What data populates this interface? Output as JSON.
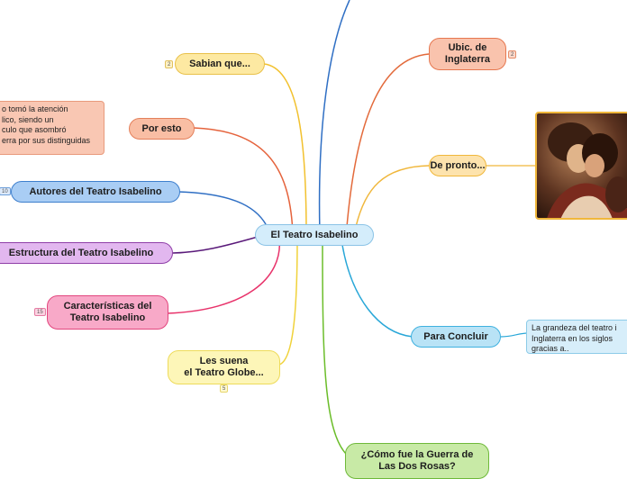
{
  "central": {
    "label": "El Teatro Isabelino"
  },
  "topics": [
    {
      "id": "sabian",
      "label": "Sabian que...",
      "badge": "2"
    },
    {
      "id": "porq",
      "label": "Por esto"
    },
    {
      "id": "autores",
      "label": "Autores del Teatro Isabelino",
      "badge": "10"
    },
    {
      "id": "estructura",
      "label": "Estructura del Teatro Isabelino"
    },
    {
      "id": "caracteristicas",
      "label": "Características del\nTeatro Isabelino",
      "badge": "15"
    },
    {
      "id": "globe",
      "label": "Les suena\nel Teatro Globe...",
      "badge": "5"
    },
    {
      "id": "ubic",
      "label": "Ubic. de\nInglaterra",
      "badge": "2"
    },
    {
      "id": "pronto",
      "label": "De pronto..."
    },
    {
      "id": "concluir",
      "label": "Para Concluir"
    },
    {
      "id": "guerra",
      "label": "¿Cómo fue la Guerra de\nLas Dos Rosas?"
    }
  ],
  "notes": {
    "porq": "o tomó la atención\nlico, siendo un\nculo que asombró\nerra por sus distinguidas",
    "concluir": "La grandeza del teatro i\nInglaterra en los siglos\ngracias a.."
  },
  "image": {
    "name": "romantic-couple-painting"
  },
  "colors": {
    "sabian": "#f2c12e",
    "porq": "#e5633c",
    "autores": "#2f6fc4",
    "estructura": "#5a1a7a",
    "caracteristicas": "#e8336b",
    "globe": "#f0d23a",
    "ubic": "#e36a3b",
    "pronto": "#f0b73b",
    "concluir": "#29a7d8",
    "guerra": "#6bbd2a",
    "top": "#2f6fc4"
  }
}
